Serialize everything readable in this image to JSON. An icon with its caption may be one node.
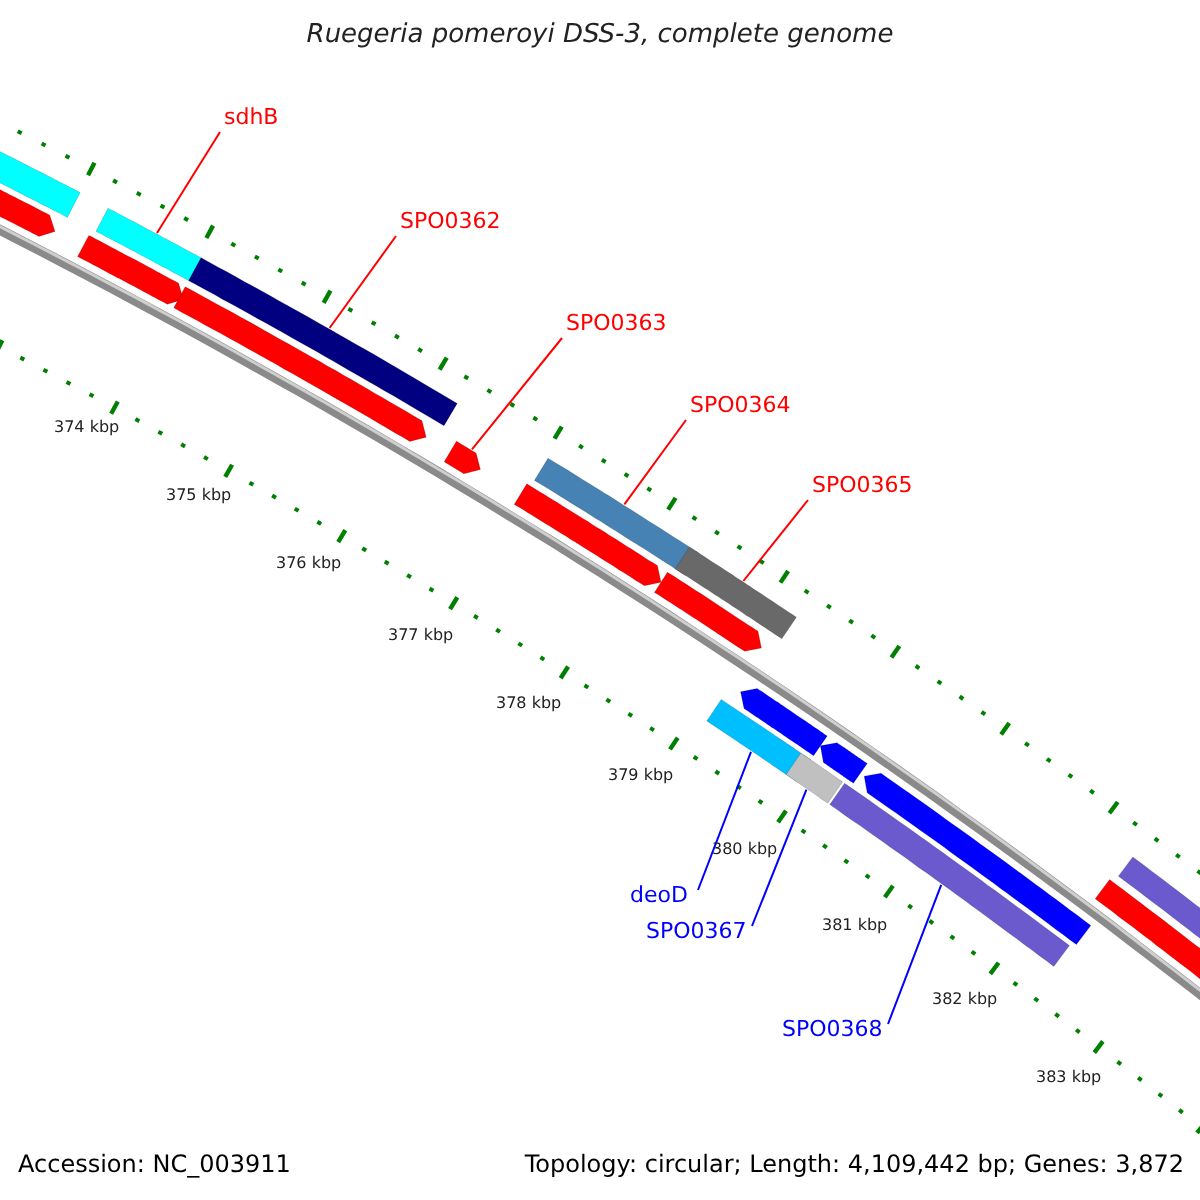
{
  "diagram": {
    "title": "Ruegeria pomeroyi DSS-3, complete genome",
    "nodes": [
      {
        "text": [
          "sdhB"
        ]
      },
      {
        "text": [],
        "shape": "bar"
      },
      {
        "text": [
          "SPO0362"
        ]
      },
      {
        "text": [],
        "shape": "bar"
      },
      {
        "text": [
          "SPO0363"
        ]
      },
      {
        "text": [],
        "shape": "bar"
      },
      {
        "text": [
          "SPO0364"
        ]
      },
      {
        "text": [],
        "shape": "bar"
      },
      {
        "text": [
          "SPO0365"
        ]
      },
      {
        "text": [],
        "shape": "bar"
      },
      {
        "text": [
          "deoD"
        ]
      },
      {
        "text": [],
        "shape": "bar"
      },
      {
        "text": [
          "SPO0367"
        ]
      },
      {
        "text": [],
        "shape": "bar"
      },
      {
        "text": [
          "SPO0368"
        ]
      },
      {
        "text": [],
        "shape": "bar"
      }
    ],
    "edges": [
      {
        "from": 0,
        "to": 1,
        "arrow": "none"
      },
      {
        "from": 2,
        "to": 3,
        "arrow": "none"
      },
      {
        "from": 4,
        "to": 5,
        "arrow": "none"
      },
      {
        "from": 6,
        "to": 7,
        "arrow": "none"
      },
      {
        "from": 8,
        "to": 9,
        "arrow": "none"
      },
      {
        "from": 10,
        "to": 11,
        "arrow": "none",
        "color": "#0000ff"
      },
      {
        "from": 12,
        "to": 13,
        "arrow": "none",
        "color": "#0000ff"
      },
      {
        "from": 14,
        "to": 15,
        "arrow": "none",
        "color": "#0000ff"
      }
    ],
    "labels": [
      "374 kbp",
      "375 kbp",
      "376 kbp",
      "377 kbp",
      "378 kbp",
      "379 kbp",
      "380 kbp",
      "381 kbp",
      "382 kbp",
      "383 kbp",
      "Accession: NC_003911",
      "Topology: circular; Length: 4,109,442 bp; Genes: 3,872"
    ]
  }
}
